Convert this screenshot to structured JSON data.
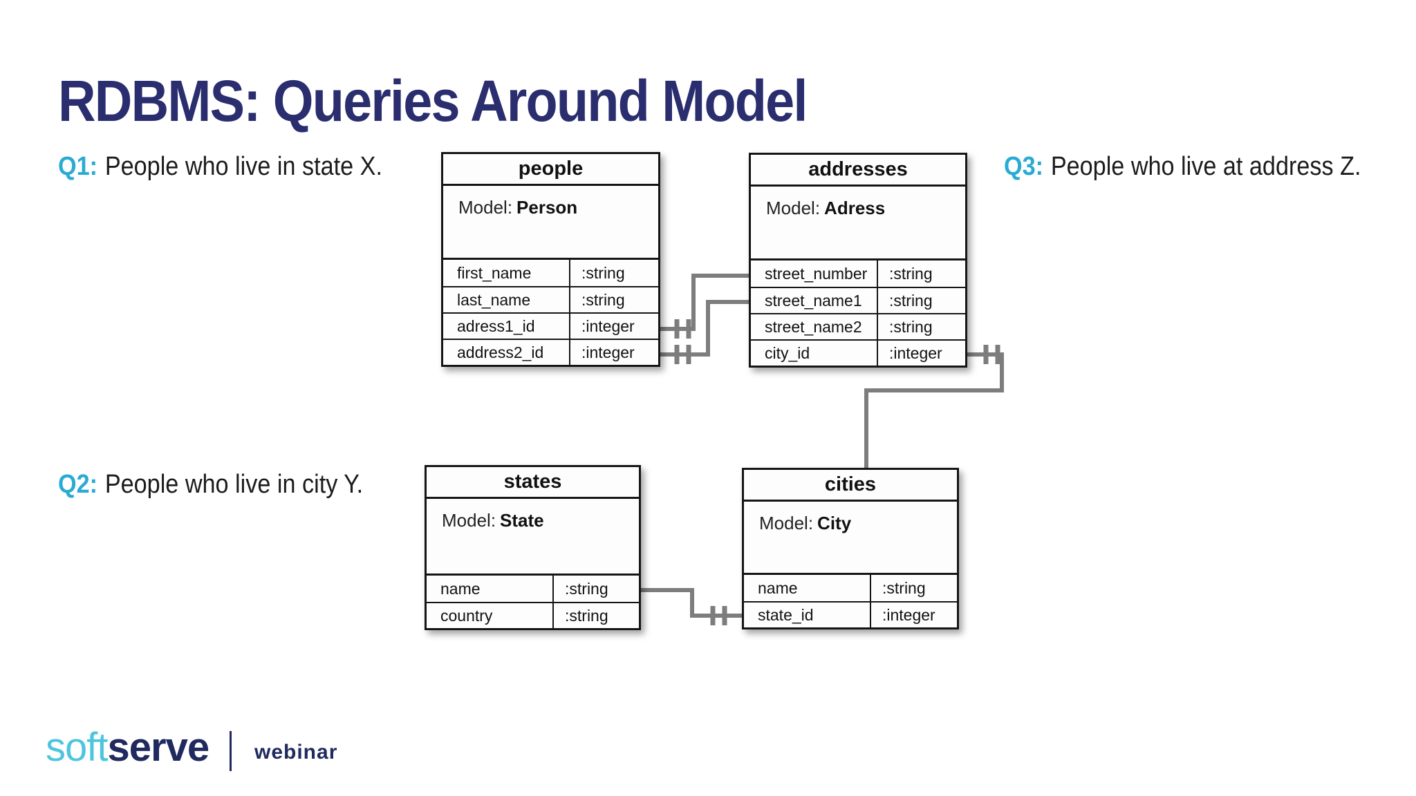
{
  "slide": {
    "title": "RDBMS: Queries Around Model",
    "title_color": "#2a2d6e",
    "accent_color": "#29abd4",
    "background_color": "#ffffff"
  },
  "questions": [
    {
      "label": "Q1:",
      "text": "People who live in state X."
    },
    {
      "label": "Q2:",
      "text": "People who live in city Y."
    },
    {
      "label": "Q3:",
      "text": "People who live at address Z."
    }
  ],
  "diagram": {
    "connector_color": "#7d7d7d",
    "border_color": "#151515",
    "entities": [
      {
        "table": "people",
        "model_label": "Model:",
        "model": "Person",
        "fields": [
          {
            "name": "first_name",
            "type": ":string"
          },
          {
            "name": "last_name",
            "type": ":string"
          },
          {
            "name": "adress1_id",
            "type": ":integer"
          },
          {
            "name": "address2_id",
            "type": ":integer"
          }
        ]
      },
      {
        "table": "addresses",
        "model_label": "Model:",
        "model": "Adress",
        "fields": [
          {
            "name": "street_number",
            "type": ":string"
          },
          {
            "name": "street_name1",
            "type": ":string"
          },
          {
            "name": "street_name2",
            "type": ":string"
          },
          {
            "name": "city_id",
            "type": ":integer"
          }
        ]
      },
      {
        "table": "states",
        "model_label": "Model:",
        "model": "State",
        "fields": [
          {
            "name": "name",
            "type": ":string"
          },
          {
            "name": "country",
            "type": ":string"
          }
        ]
      },
      {
        "table": "cities",
        "model_label": "Model:",
        "model": "City",
        "fields": [
          {
            "name": "name",
            "type": ":string"
          },
          {
            "name": "state_id",
            "type": ":integer"
          }
        ]
      }
    ],
    "relationships": [
      {
        "from": "people.adress1_id",
        "to": "addresses.street_number",
        "cardinality_marks": "double-tick"
      },
      {
        "from": "people.address2_id",
        "to": "addresses.street_name1",
        "cardinality_marks": "double-tick"
      },
      {
        "from": "addresses.city_id",
        "to": "cities",
        "cardinality_marks": "double-tick"
      },
      {
        "from": "states.name",
        "to": "cities.state_id",
        "cardinality_marks": "double-tick"
      }
    ]
  },
  "footer": {
    "logo_part1": "soft",
    "logo_part2": "serve",
    "logo_part1_color": "#4ec5de",
    "logo_part2_color": "#202a5e",
    "tagline": "webinar"
  }
}
